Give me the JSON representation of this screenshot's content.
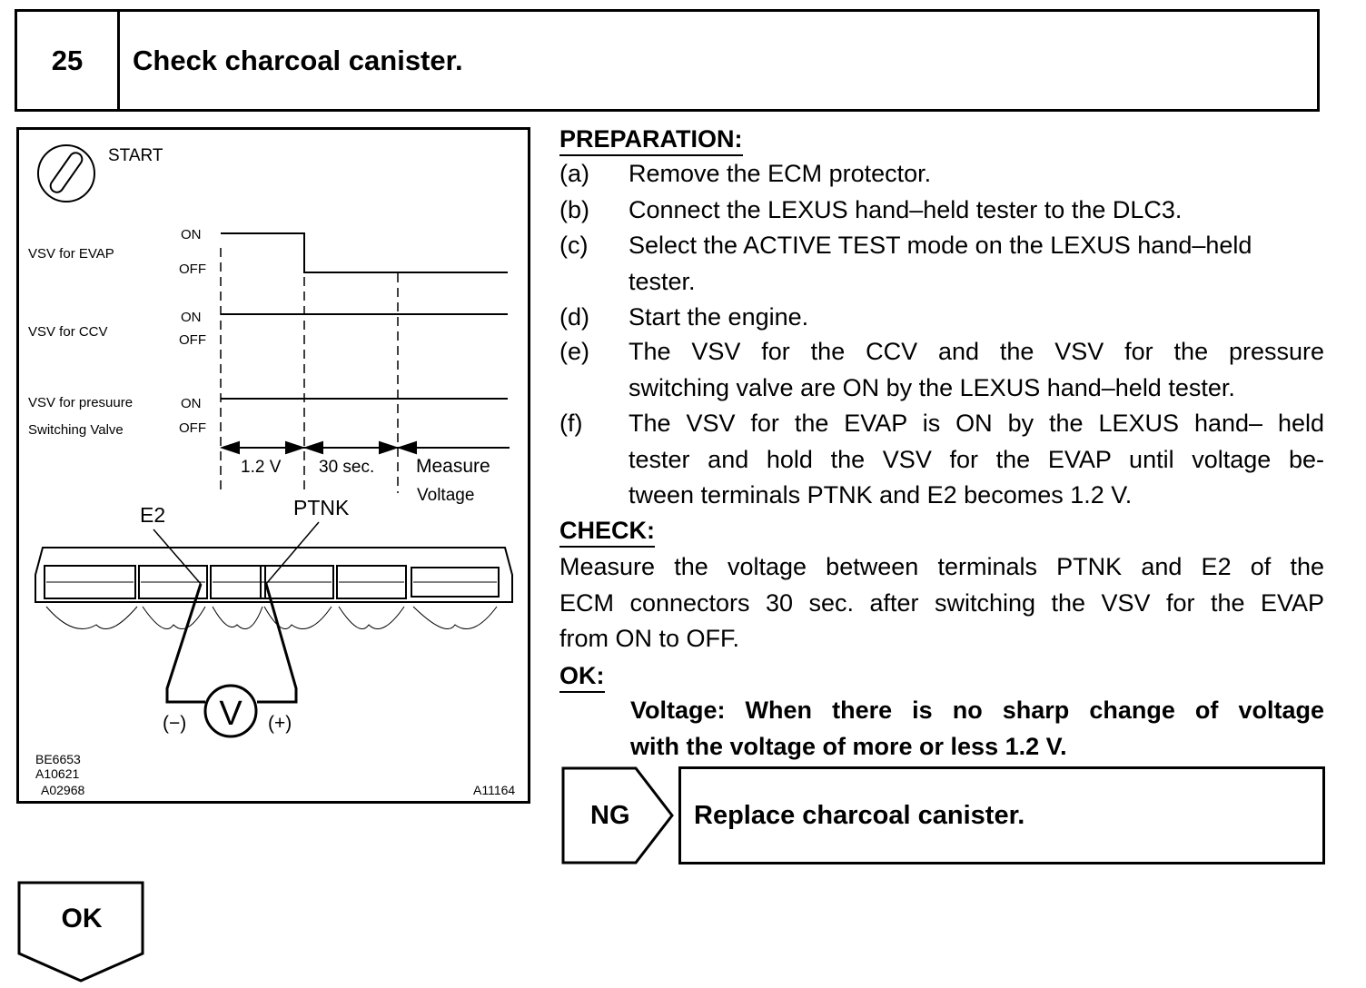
{
  "header": {
    "step_number": "25",
    "title": "Check charcoal canister."
  },
  "figure": {
    "start_label": "START",
    "signals": [
      {
        "label": "VSV for EVAP",
        "on": "ON",
        "off": "OFF"
      },
      {
        "label": "VSV for CCV",
        "on": "ON",
        "off": "OFF"
      },
      {
        "label_line1": "VSV for presuure",
        "label_line2": "Switching Valve",
        "on": "ON",
        "off": "OFF"
      }
    ],
    "intervals": [
      "1.2 V",
      "30 sec.",
      "Measure",
      "Voltage"
    ],
    "terminals": {
      "e2": "E2",
      "ptnk": "PTNK"
    },
    "meter": {
      "symbol": "V",
      "neg": "(−)",
      "pos": "(+)"
    },
    "codes": [
      "BE6653",
      "A10621",
      "A02968"
    ],
    "figure_id": "A11164"
  },
  "preparation": {
    "heading": "PREPARATION:",
    "steps": [
      {
        "label": "(a)",
        "lines": [
          "Remove the ECM protector."
        ]
      },
      {
        "label": "(b)",
        "lines": [
          "Connect the LEXUS hand–held tester to the DLC3."
        ]
      },
      {
        "label": "(c)",
        "lines": [
          "Select the ACTIVE TEST mode on the LEXUS hand–held",
          "tester."
        ]
      },
      {
        "label": "(d)",
        "lines": [
          "Start the engine."
        ]
      },
      {
        "label": "(e)",
        "lines": [
          "The VSV for the CCV and the VSV for the pressure",
          "switching valve are ON by the LEXUS hand–held tester."
        ]
      },
      {
        "label": "(f)",
        "lines": [
          "The VSV for the EVAP is ON by the LEXUS hand– held",
          "tester and hold the VSV for the EVAP until voltage be-",
          "tween terminals PTNK and E2 becomes 1.2 V."
        ]
      }
    ]
  },
  "check": {
    "heading": "CHECK:",
    "lines": [
      "Measure the voltage between terminals PTNK and E2 of the",
      "ECM connectors 30 sec. after switching the VSV for the EVAP",
      "from ON to OFF."
    ]
  },
  "ok": {
    "heading": "OK:",
    "lines": [
      "Voltage: When there is no sharp change of voltage",
      "with the voltage of more or less 1.2 V."
    ]
  },
  "ng": {
    "label": "NG",
    "action": "Replace charcoal canister."
  },
  "ok_flow": {
    "label": "OK"
  }
}
